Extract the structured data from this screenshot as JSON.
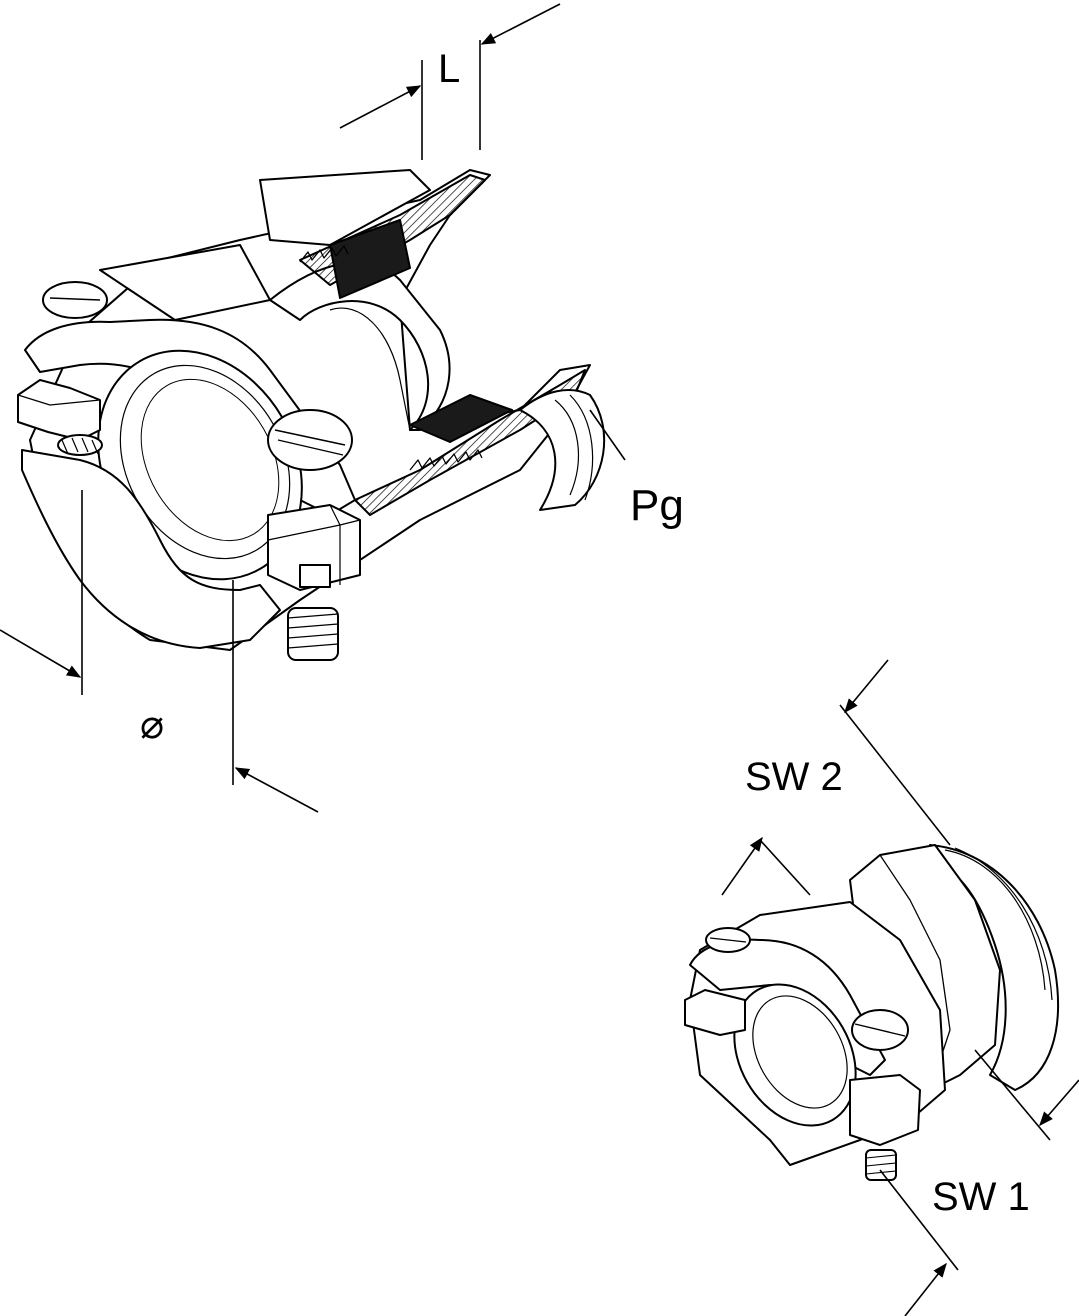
{
  "labels": {
    "length": "L",
    "thread": "Pg",
    "diameter": "⌀",
    "wrench_size_2": "SW 2",
    "wrench_size_1": "SW 1"
  },
  "colors": {
    "line": "#000000",
    "background": "#ffffff",
    "fill": "#ffffff",
    "seal": "#1a1a1a"
  }
}
